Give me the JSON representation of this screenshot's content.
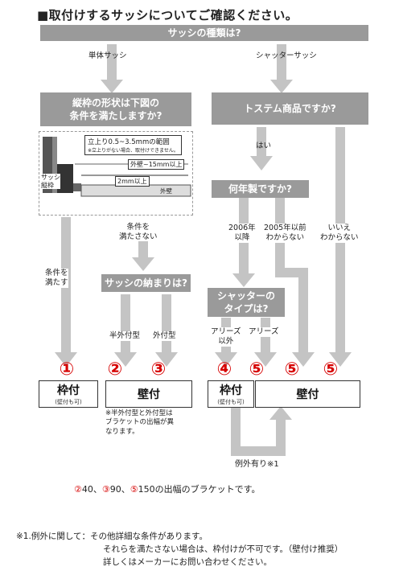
{
  "title": "■取付けするサッシについてご確認ください。",
  "q1": "サッシの種類は?",
  "branch_left": "単体サッシ",
  "branch_right": "シャッターサッシ",
  "q2_left": "縦枠の形状は下図の\n条件を満たしますか?",
  "q2_right": "トステム商品ですか?",
  "diagram": {
    "spec1": "立上り0.5~3.5mmの範囲",
    "spec2": "※立上りがない場合、取付けできません。",
    "spec3": "外壁~15mm以上",
    "spec4": "2mm以上",
    "label_sash": "サッシ\n縦枠",
    "label_wall": "外壁"
  },
  "yes": "はい",
  "q3": "何年製ですか?",
  "not_satisfied": "条件を\n満たさない",
  "satisfied": "条件を\n満たす",
  "year_2006": "2006年\n以降",
  "year_2005": "2005年以前\nわからない",
  "no_unknown": "いいえ\nわからない",
  "q4": "サッシの納まりは?",
  "q5": "シャッターの\nタイプは?",
  "half_outer": "半外付型",
  "outer": "外付型",
  "aries_except": "アリーズ\n以外",
  "aries": "アリーズ",
  "circles": [
    "①",
    "②",
    "③",
    "④",
    "⑤",
    "⑤",
    "⑤"
  ],
  "box1_main": "枠付",
  "box1_sub": "(壁付も可)",
  "box2_main": "壁付",
  "box3_main": "枠付",
  "box3_sub": "(壁付も可)",
  "box4_main": "壁付",
  "box2_note": "※半外付型と外付型は\nブラケットの出幅が異\nなります。",
  "exception": "例外有り※1",
  "bracket_note": {
    "c2": "②",
    "v2": "40、",
    "c3": "③",
    "v3": "90、",
    "c5": "⑤",
    "v5": "150の出幅のブラケットです。"
  },
  "footer": {
    "line1": "※1.例外に関して：その他詳細な条件があります。",
    "line2": "それらを満たさない場合は、枠付けが不可です。（壁付け推奨）",
    "line3": "詳しくはメーカーにお問い合わせください。"
  },
  "colors": {
    "banner": "#9a9a9a",
    "arrow": "#c4c4c4",
    "circle": "#d60000"
  }
}
